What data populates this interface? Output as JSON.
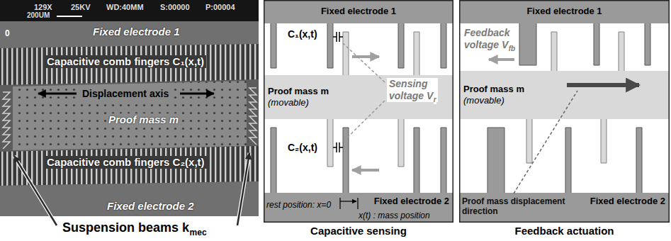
{
  "diagram": {
    "nodes": [
      {
        "text": [
          "Capacitive sensing"
        ]
      },
      {
        "text": [
          "Fixed electrode 1"
        ],
        "in": 0
      },
      {
        "text": [
          "Proof mass m",
          "(movable)"
        ],
        "in": 0
      },
      {
        "text": [
          "Fixed electrode 2"
        ],
        "in": 0
      },
      {
        "text": [
          "Feedback actuation"
        ]
      },
      {
        "text": [
          "Fixed electrode 1"
        ],
        "in": 4
      },
      {
        "text": [
          "Proof mass m",
          "(movable)"
        ],
        "in": 4
      },
      {
        "text": [
          "Fixed electrode 2"
        ],
        "in": 4
      }
    ],
    "labels": [
      "129X",
      "25KV",
      "WD:40MM",
      "S:00000",
      "P:00004",
      "200UM",
      "Fixed electrode 1",
      "Capacitive comb fingers C₁(x,t)",
      "Displacement axis",
      "Proof mass m",
      "Capacitive comb fingers C₂(x,t)",
      "Fixed electrode 2",
      "0",
      "Suspension beams k",
      "mec",
      "C₁(x,t)",
      "Sensing voltage V",
      "r",
      "C₂(x,t)",
      "rest position: x=0",
      "x(t) : mass position",
      "Feedback voltage V",
      "fb",
      "Proof mass displacement direction"
    ]
  }
}
